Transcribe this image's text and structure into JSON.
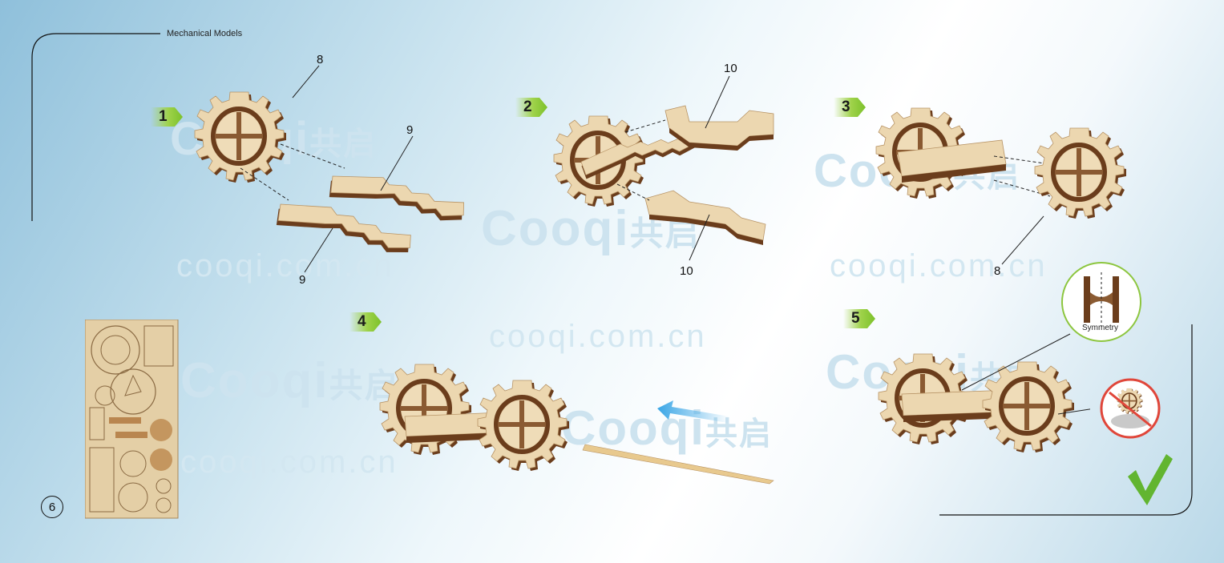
{
  "header": {
    "title": "Mechanical Models"
  },
  "steps": [
    {
      "number": "1"
    },
    {
      "number": "2"
    },
    {
      "number": "3"
    },
    {
      "number": "4"
    },
    {
      "number": "5"
    }
  ],
  "callouts": {
    "s1_gear": "8",
    "s1_bar_top": "9",
    "s1_bar_bottom": "9",
    "s2_top": "10",
    "s2_bottom": "10",
    "s3_gear": "8"
  },
  "symmetry_label": "Symmetry",
  "page_number": "6",
  "watermark": {
    "brand": "Cooqi",
    "cn": "共启",
    "url": "cooqi.com.cn"
  },
  "colors": {
    "wood": "#ecd7b0",
    "wood_edge": "#6b3d1c",
    "accent_green": "#7cc12b",
    "arrow_blue": "#3aa6e6"
  }
}
